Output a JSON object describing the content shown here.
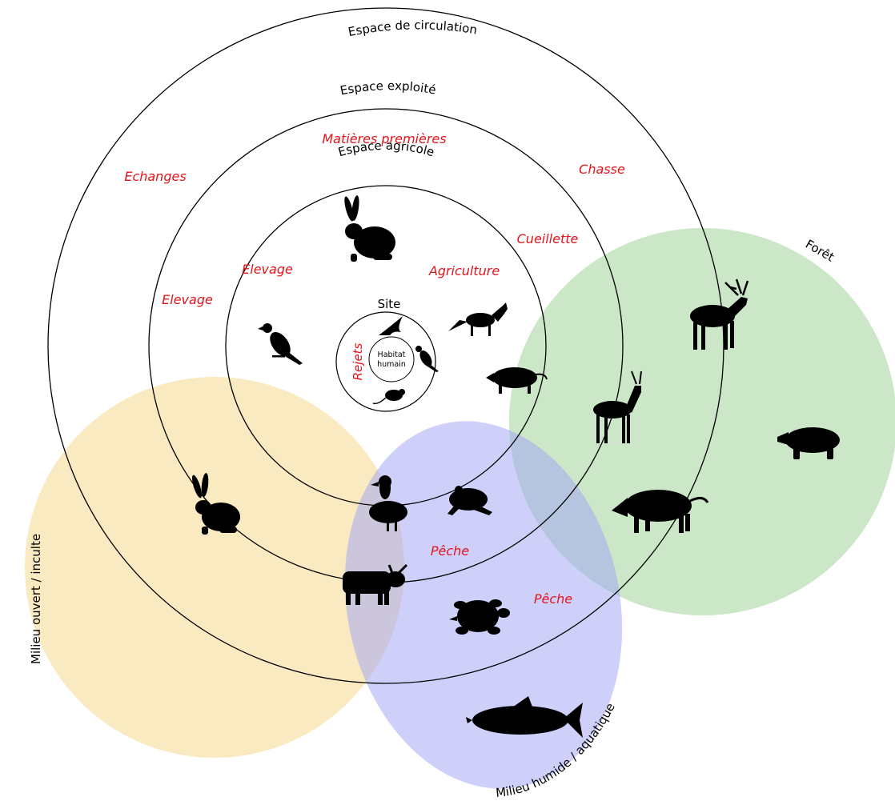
{
  "colors": {
    "forest": "#b6dcb0",
    "wetland": "#9da2f5",
    "open_land": "#f7e1a6",
    "activity_text": "#e3141b",
    "ring": "#000000"
  },
  "rings": {
    "circulation": "Espace de circulation",
    "exploited": "Espace exploité",
    "agricultural": "Espace agricole",
    "site": "Site",
    "habitat": [
      "Habitat",
      "humain"
    ]
  },
  "zones": {
    "forest": "Forêt",
    "open_land": "Milieu ouvert / inculte",
    "wetland": "Milieu humide / aquatique"
  },
  "activities": {
    "echanges": "Echanges",
    "matieres": "Matières premières",
    "chasse": "Chasse",
    "cueillette": "Cueillette",
    "agriculture": "Agriculture",
    "elevage_inner": "Elevage",
    "elevage_outer": "Elevage",
    "rejets": "Rejets",
    "peche_inner": "Pêche",
    "peche_outer": "Pêche"
  },
  "animals": [
    {
      "name": "hare",
      "icon": "rabbit-icon"
    },
    {
      "name": "crow",
      "icon": "crow-icon"
    },
    {
      "name": "fox",
      "icon": "fox-icon"
    },
    {
      "name": "swallow",
      "icon": "swallow-icon"
    },
    {
      "name": "crow-small",
      "icon": "crow-icon"
    },
    {
      "name": "rat",
      "icon": "rat-icon"
    },
    {
      "name": "pig",
      "icon": "boar-icon"
    },
    {
      "name": "elk",
      "icon": "elk-icon"
    },
    {
      "name": "roe-deer",
      "icon": "deer-icon"
    },
    {
      "name": "badger",
      "icon": "badger-icon"
    },
    {
      "name": "wild-boar",
      "icon": "boar-icon"
    },
    {
      "name": "rabbit-open",
      "icon": "rabbit-icon"
    },
    {
      "name": "duck",
      "icon": "duck-icon"
    },
    {
      "name": "frog",
      "icon": "frog-icon"
    },
    {
      "name": "cow",
      "icon": "cow-icon"
    },
    {
      "name": "turtle",
      "icon": "turtle-icon"
    },
    {
      "name": "fish",
      "icon": "fish-icon"
    }
  ]
}
